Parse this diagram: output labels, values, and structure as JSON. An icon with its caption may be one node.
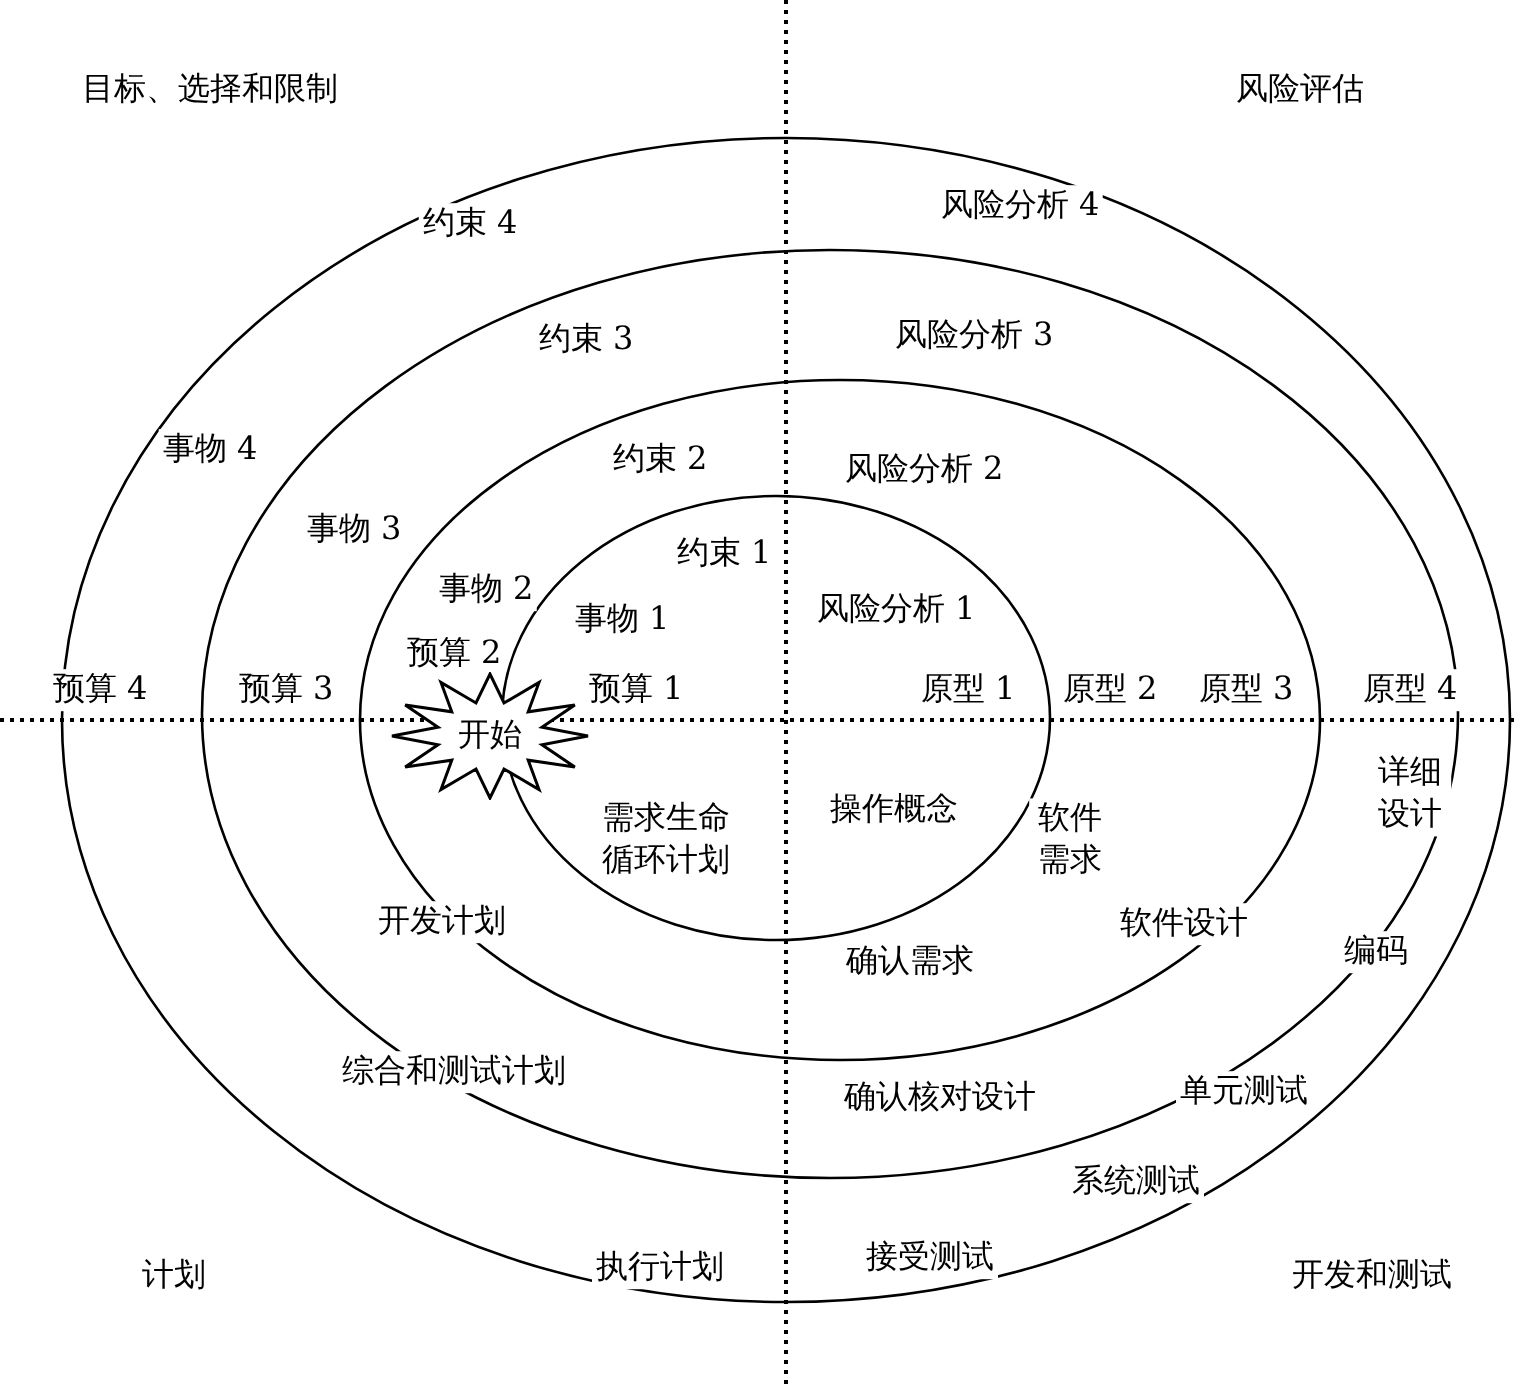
{
  "diagram": {
    "nodes": [
      {
        "text": [
          "开始"
        ]
      }
    ],
    "labels": [
      "目标、选择和限制",
      "风险评估",
      "约束 4",
      "风险分析 4",
      "约束 3",
      "风险分析 3",
      "事物 4",
      "约束 2",
      "风险分析 2",
      "事物 3",
      "约束 1",
      "事物 2",
      "事物 1",
      "风险分析 1",
      "预算 2",
      "预算 4",
      "预算 3",
      "预算 1",
      "原型 1",
      "原型 2",
      "原型 3",
      "原型 4",
      "详细设计",
      "需求生命循环计划",
      "操作概念",
      "软件需求",
      "开发计划",
      "软件设计",
      "确认需求",
      "编码",
      "确认核对设计",
      "单元测试",
      "综合和测试计划",
      "系统测试",
      "计划",
      "执行计划",
      "接受测试",
      "开发和测试"
    ]
  }
}
